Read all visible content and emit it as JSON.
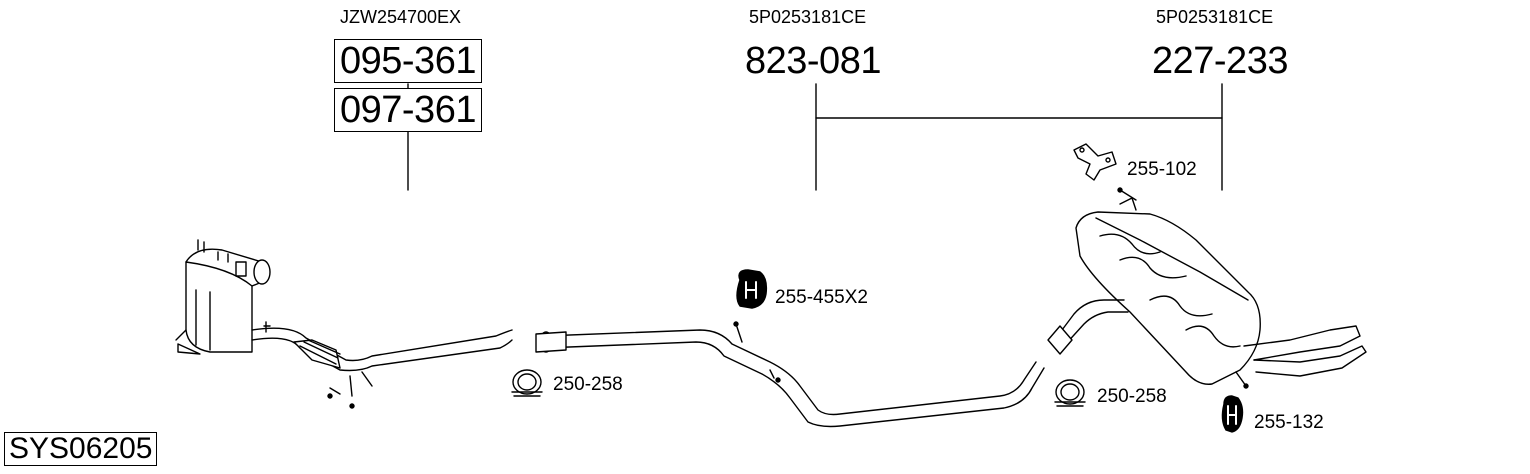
{
  "diagram": {
    "system_code": "SYS06205",
    "oe_labels": {
      "front": "JZW254700EX",
      "middle": "5P0253181CE",
      "rear": "5P0253181CE"
    },
    "part_numbers": {
      "dpf_a": "095-361",
      "dpf_b": "097-361",
      "middle_silencer": "823-081",
      "rear_silencer": "227-233"
    },
    "accessories": {
      "clamp_front": "250-258",
      "clamp_rear": "250-258",
      "rubber_mount_middle": "255-455X2",
      "bracket_rear": "255-102",
      "rubber_mount_rear": "255-132"
    }
  }
}
